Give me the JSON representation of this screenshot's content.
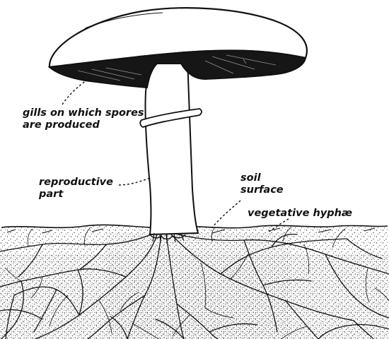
{
  "labels": {
    "gills": {
      "line1": "gills on which spores",
      "line2": "are produced"
    },
    "reproductive": {
      "line1": "reproductive",
      "line2": "part"
    },
    "soil": {
      "line1": "soil",
      "line2": "surface"
    },
    "vegetative": "vegetative hyphæ"
  },
  "colors": {
    "ink": "#111111",
    "paper": "#ffffff",
    "gills": "#161616"
  }
}
